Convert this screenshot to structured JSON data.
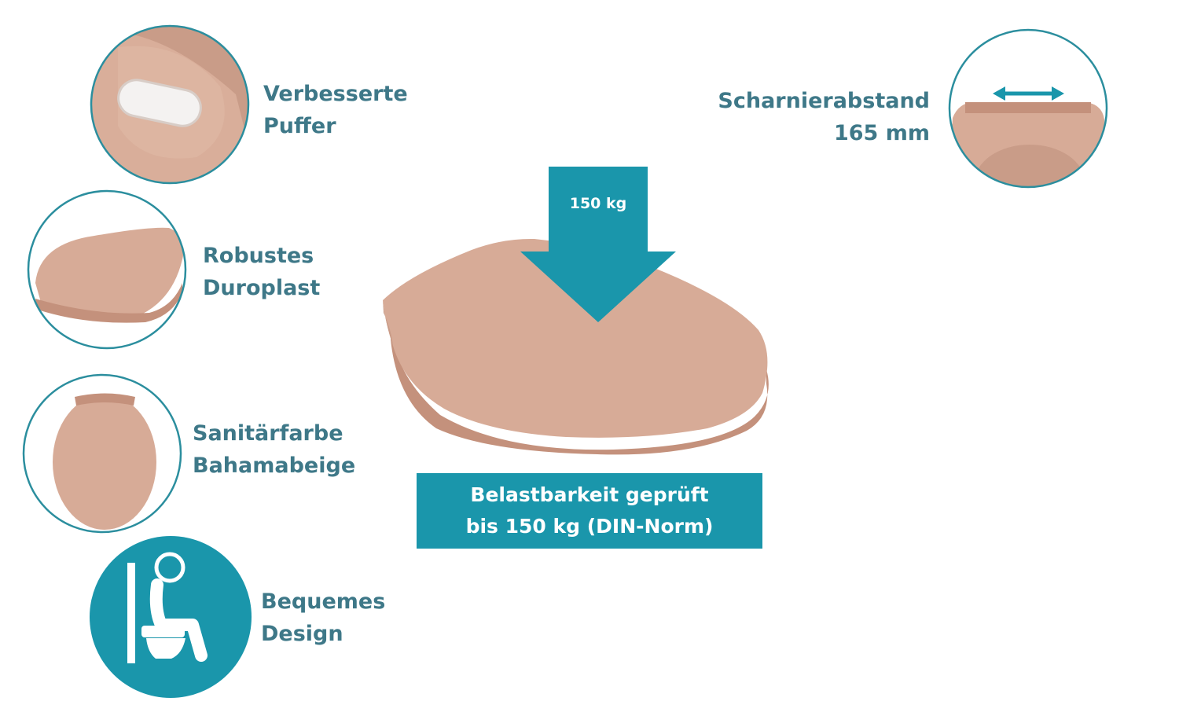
{
  "colors": {
    "accent": "#1a96ab",
    "label_text": "#3e7888",
    "product_beige": "#d7ab97",
    "product_shadow": "#c4917c",
    "circle_border": "#2b8e9e"
  },
  "features": [
    {
      "id": "buffer",
      "line1": "Verbesserte",
      "line2": "Puffer"
    },
    {
      "id": "material",
      "line1": "Robustes",
      "line2": "Duroplast"
    },
    {
      "id": "color",
      "line1": "Sanitärfarbe",
      "line2": "Bahamabeige"
    },
    {
      "id": "comfort",
      "line1": "Bequemes",
      "line2": "Design",
      "icon": "seated-person-icon"
    }
  ],
  "hinge": {
    "line1": "Scharnierabstand",
    "line2": "165 mm",
    "icon": "double-arrow-icon"
  },
  "load": {
    "arrow_label": "150 kg",
    "box_line1": "Belastbarkeit geprüft",
    "box_line2": "bis 150 kg (DIN-Norm)"
  }
}
